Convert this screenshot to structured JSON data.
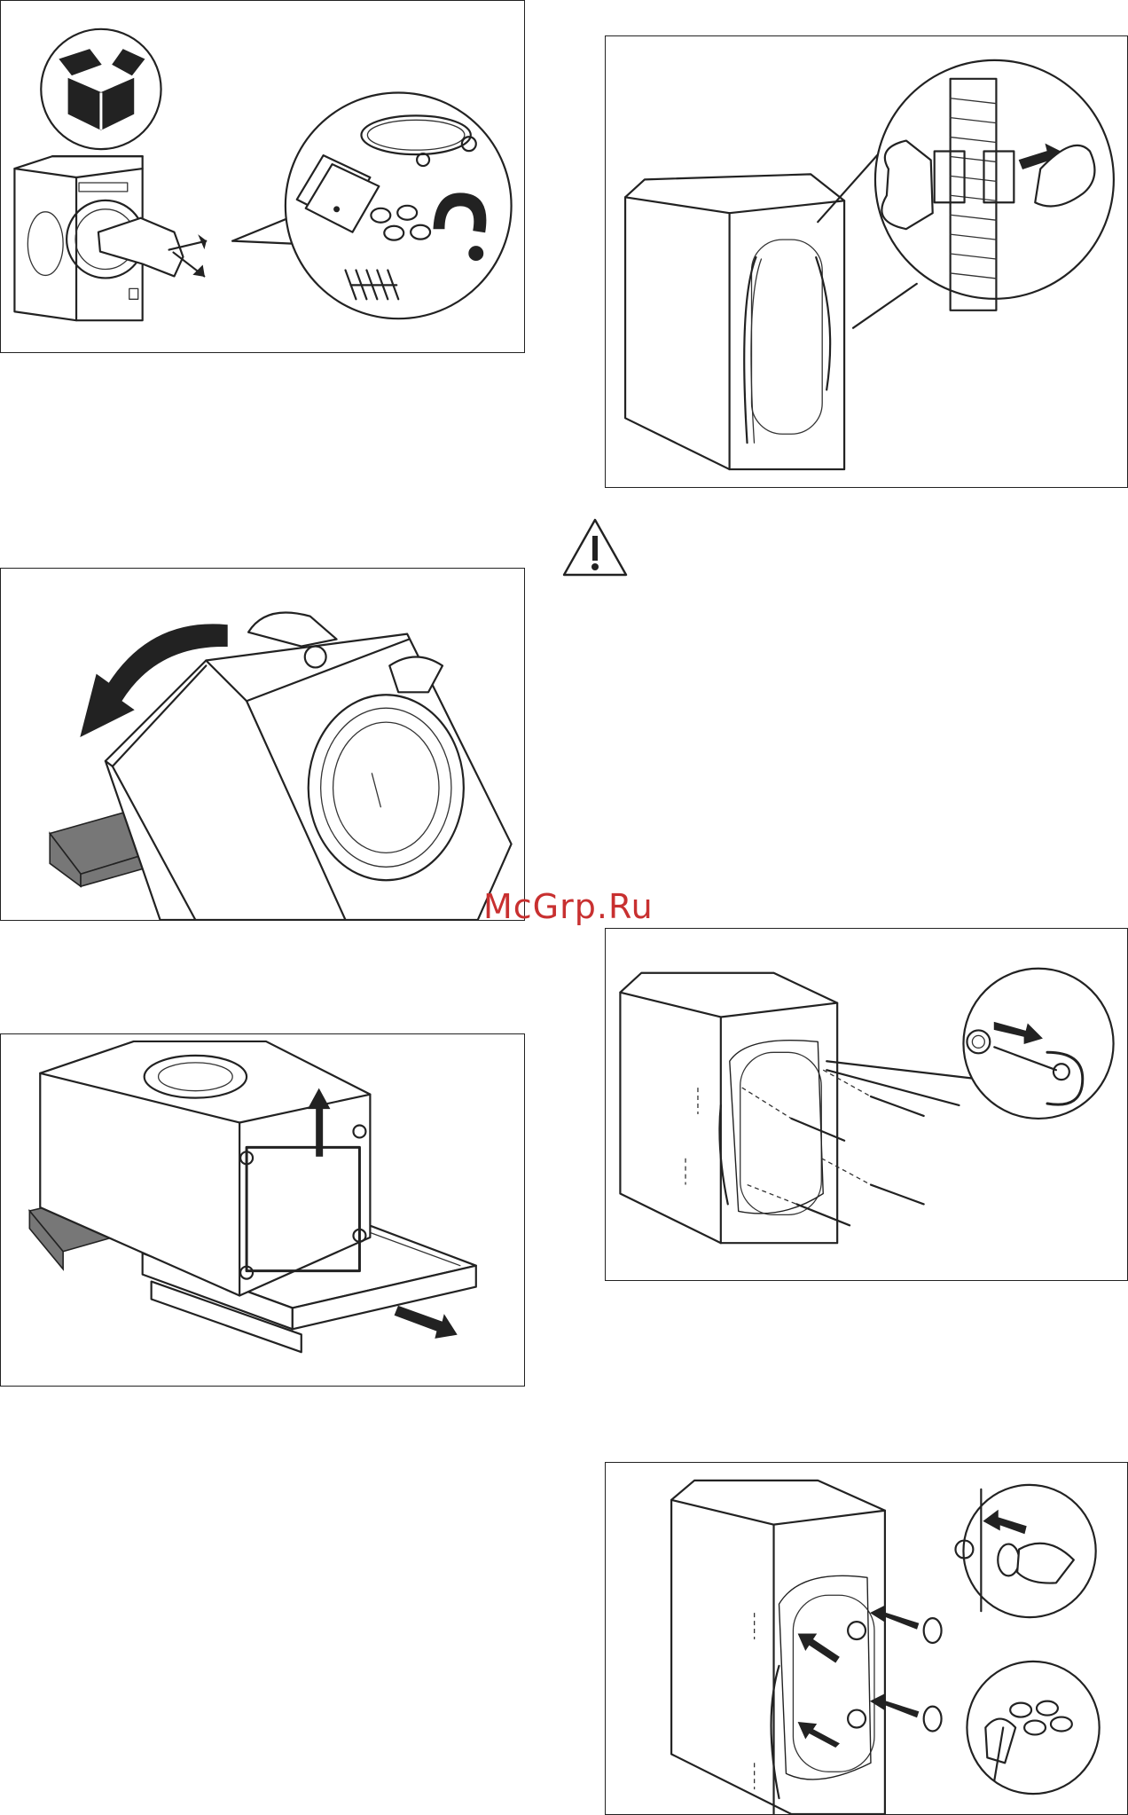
{
  "watermark": "McGrp.Ru",
  "panels": [
    {
      "id": "unpack-accessories",
      "icon": "package-box-icon"
    },
    {
      "id": "release-hoses",
      "icon": "hose-clip-icon"
    },
    {
      "id": "tilt-appliance",
      "icon": "tilt-arrow-icon"
    },
    {
      "id": "remove-base-packaging",
      "icon": "base-packaging-icon"
    },
    {
      "id": "remove-transit-bolts",
      "icon": "transit-bolt-icon"
    },
    {
      "id": "insert-plastic-caps",
      "icon": "plastic-cap-icon"
    }
  ],
  "warning": {
    "icon": "warning-triangle-icon"
  }
}
